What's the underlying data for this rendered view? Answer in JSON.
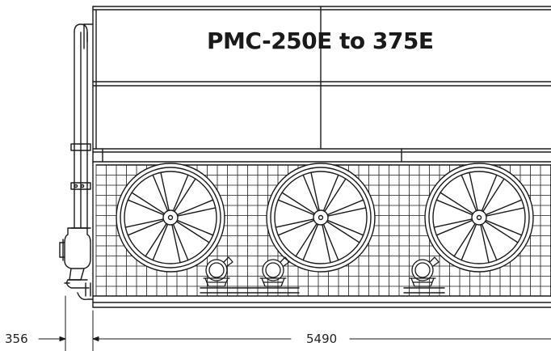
{
  "drawing": {
    "title": "PMC-250E to 375E",
    "dimensions": {
      "offset": "356",
      "length": "5490"
    },
    "line_color": "#1a1a1a"
  }
}
